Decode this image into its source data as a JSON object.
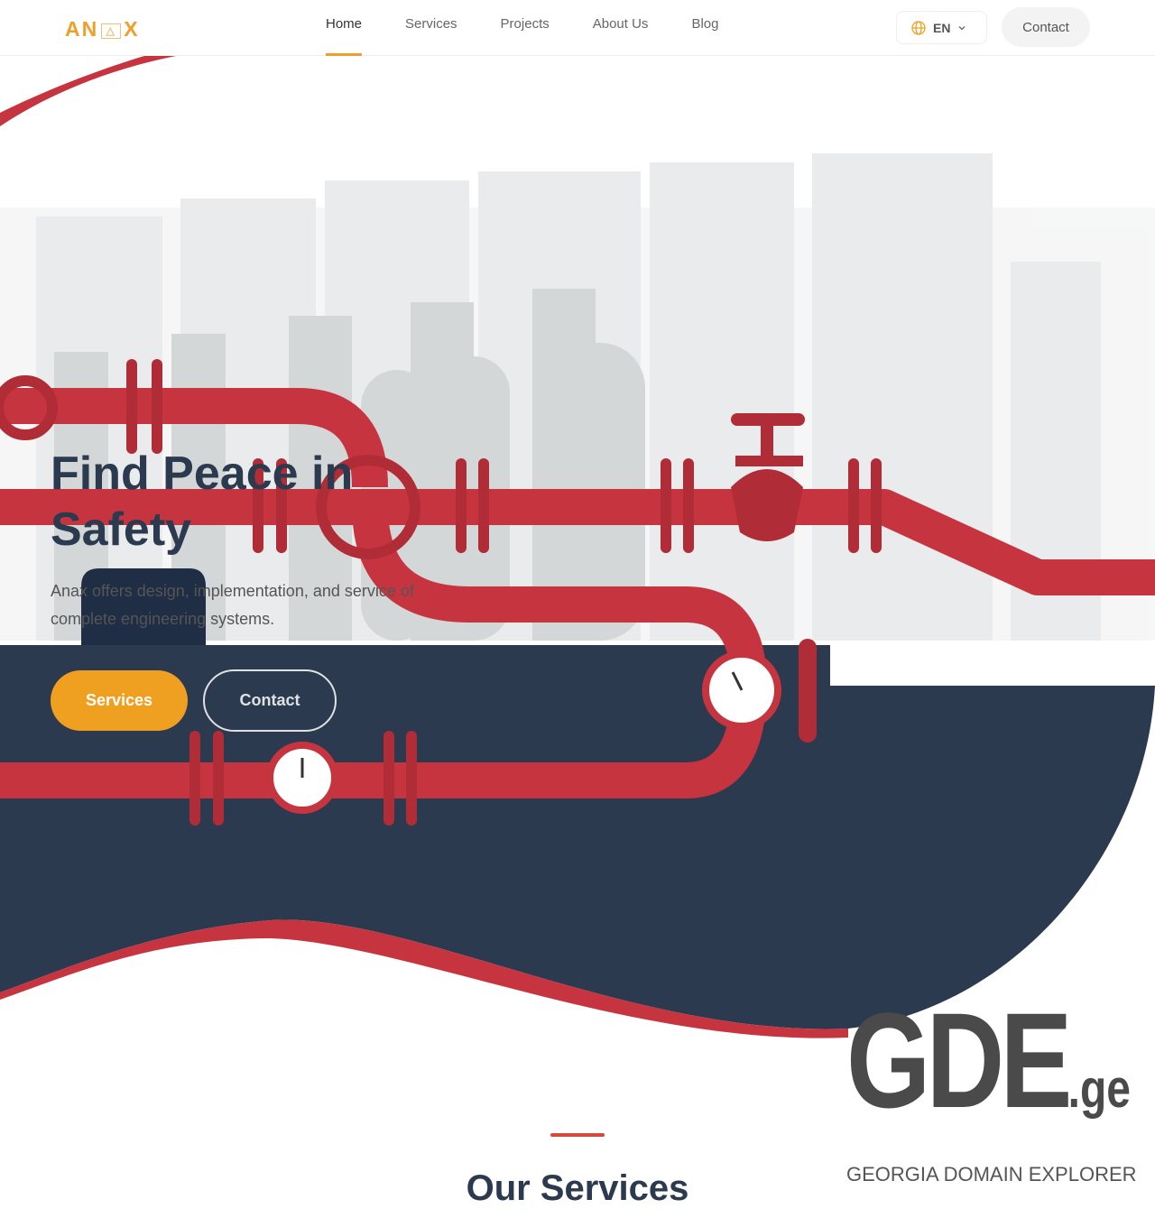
{
  "header": {
    "logo": "ANAX",
    "nav": [
      "Home",
      "Services",
      "Projects",
      "About Us",
      "Blog"
    ],
    "active": "Home",
    "language": "EN",
    "contact": "Contact"
  },
  "hero": {
    "title": "Find Peace in Safety",
    "description": "Anax offers design, implementation, and service of complete engineering systems.",
    "primary_button": "Services",
    "secondary_button": "Contact"
  },
  "watermark": {
    "name": "GDE",
    "tld": ".ge",
    "tagline": "GEORGIA DOMAIN EXPLORER"
  },
  "section": {
    "title": "Our Services"
  },
  "colors": {
    "accent": "#f0a020",
    "pipe": "#c6343f",
    "navy": "#2b3a4e"
  }
}
